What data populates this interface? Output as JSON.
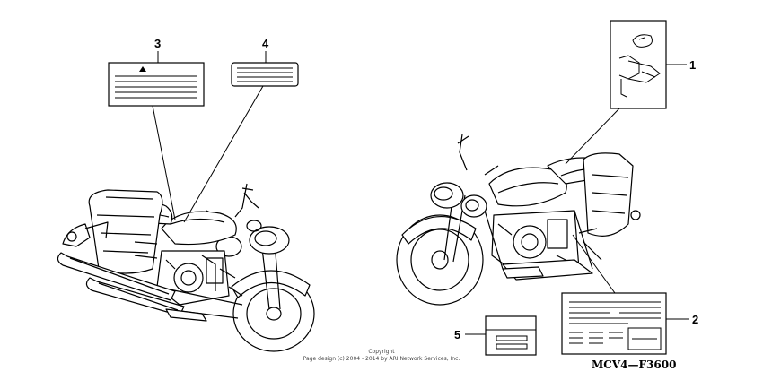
{
  "callouts": [
    {
      "number": "1",
      "part": "label-1"
    },
    {
      "number": "2",
      "part": "label-2"
    },
    {
      "number": "3",
      "part": "label-3"
    },
    {
      "number": "4",
      "part": "label-4"
    },
    {
      "number": "5",
      "part": "label-5"
    }
  ],
  "copyright": {
    "line1": "Copyright",
    "line2": "Page design (c) 2004 - 2014 by ARI Network Services, Inc."
  },
  "diagram_code": "MCV4—F3600",
  "icons": [
    "left-motorcycle-illustration",
    "right-motorcycle-illustration",
    "warning-triangle-icon"
  ],
  "colors": {
    "ink": "#000000",
    "background": "#ffffff"
  }
}
